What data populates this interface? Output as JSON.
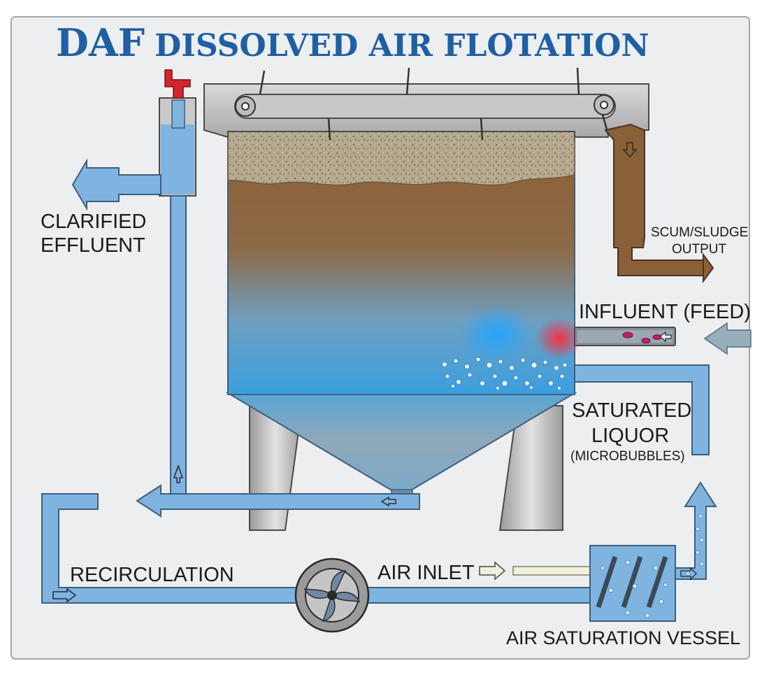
{
  "title": {
    "prefix": "DAF",
    "rest": "DISSOLVED AIR FLOTATION"
  },
  "labels": {
    "clarified_line1": "CLARIFIED",
    "clarified_line2": "EFFLUENT",
    "scum_line1": "SCUM/SLUDGE",
    "scum_line2": "OUTPUT",
    "influent": "INFLUENT (FEED)",
    "saturated_line1": "SATURATED",
    "saturated_line2": "LIQUOR",
    "saturated_line3": "(MICROBUBBLES)",
    "recirculation": "RECIRCULATION",
    "air_inlet": "AIR INLET",
    "vessel": "AIR SATURATION VESSEL"
  },
  "colors": {
    "title": "#1f5fa3",
    "pipe": "#7fb4e0",
    "pipe_stroke": "#3d5f7d",
    "sludge": "#8a6038",
    "red_valve": "#d1262f"
  }
}
